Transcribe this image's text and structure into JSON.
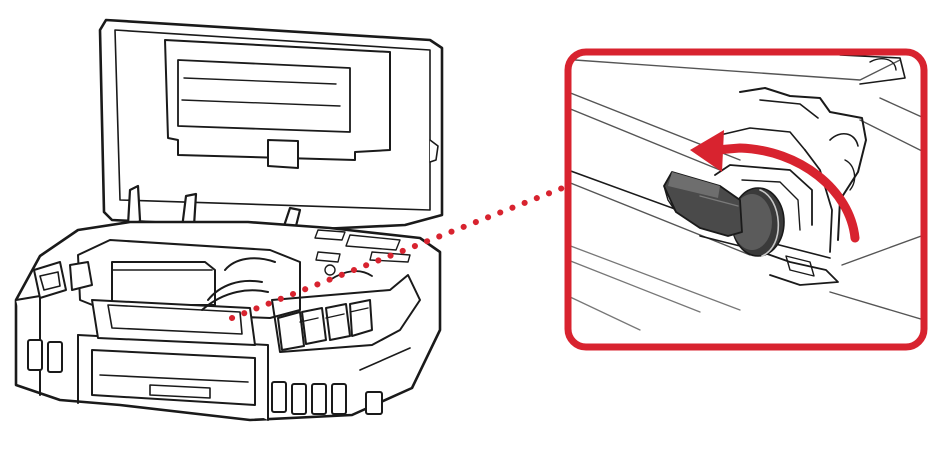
{
  "figure": {
    "subject": "printer-with-open-cover",
    "detail": "print-head-locking-lever",
    "action": "rotate-lever-counterclockwise"
  },
  "colors": {
    "outline": "#1a1a1a",
    "accent_red": "#d8232f",
    "lever_dark": "#4a4a4a",
    "lever_light": "#6e6e6e",
    "background": "#ffffff"
  },
  "icons": [
    "printer-illustration",
    "callout-dotted-line",
    "zoom-callout-frame",
    "rotation-arrow-icon",
    "lock-lever"
  ]
}
